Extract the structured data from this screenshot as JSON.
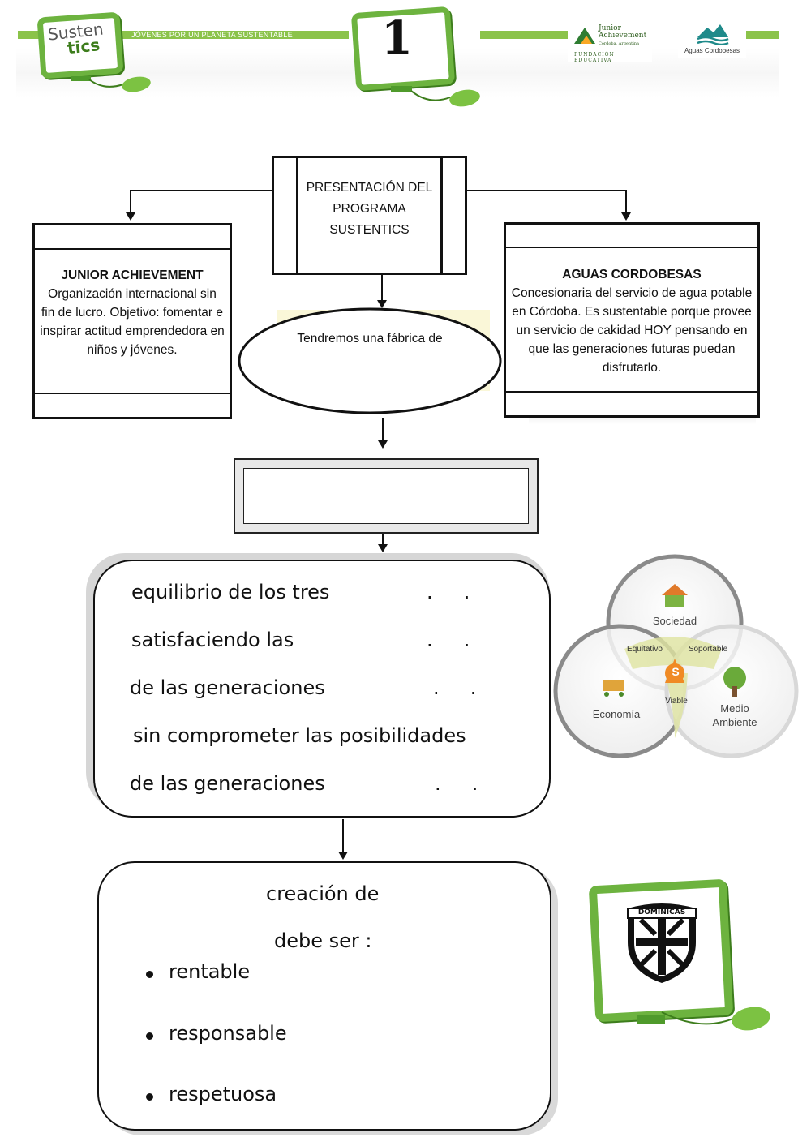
{
  "header": {
    "logo_line1": "Susten",
    "logo_line2": "tics",
    "tagline": "JÓVENES POR UN PLANETA SUSTENTABLE",
    "page_number": "1",
    "ja_logo_line1": "Junior",
    "ja_logo_line2": "Achievement",
    "ja_logo_line3": "Córdoba, Argentina",
    "ja_logo_sub": "FUNDACIÓN EDUCATIVA",
    "aguas_logo_text": "Aguas Cordobesas"
  },
  "top_box": {
    "line1": "PRESENTACIÓN DEL",
    "line2": "PROGRAMA",
    "line3": "SUSTENTICS"
  },
  "left_box": {
    "title": "JUNIOR ACHIEVEMENT",
    "body": "Organización internacional sin fin de lucro. Objetivo: fomentar e inspirar actitud emprendedora en niños y jóvenes."
  },
  "right_box": {
    "title": "AGUAS CORDOBESAS",
    "body": "Concesionaria del servicio de agua potable en Córdoba. Es sustentable porque provee un servicio de cakidad HOY pensando en que las generaciones futuras puedan disfrutarlo."
  },
  "ellipse": {
    "text": "Tendremos una fábrica de"
  },
  "blank_box_value": "",
  "definition_box": {
    "lines": [
      {
        "text": "equilibrio de los tres",
        "dots": ".     ."
      },
      {
        "text": "satisfaciendo las",
        "dots": ".     ."
      },
      {
        "text": "de las generaciones",
        "dots": ".     ."
      },
      {
        "text": "sin comprometer las posibilidades",
        "dots": ""
      },
      {
        "text": "de las generaciones",
        "dots": ".     ."
      }
    ]
  },
  "venn": {
    "top": "Sociedad",
    "left": "Economía",
    "right_line1": "Medio",
    "right_line2": "Ambiente",
    "overlap_left": "Equitativo",
    "overlap_right": "Soportable",
    "overlap_bottom": "Viable",
    "center": "S"
  },
  "bottom_box": {
    "line1": "creación de",
    "line2": "debe ser :",
    "items": [
      "rentable",
      "responsable",
      "respetuosa"
    ]
  },
  "school_logo": {
    "banner": "DOMINICAS"
  }
}
